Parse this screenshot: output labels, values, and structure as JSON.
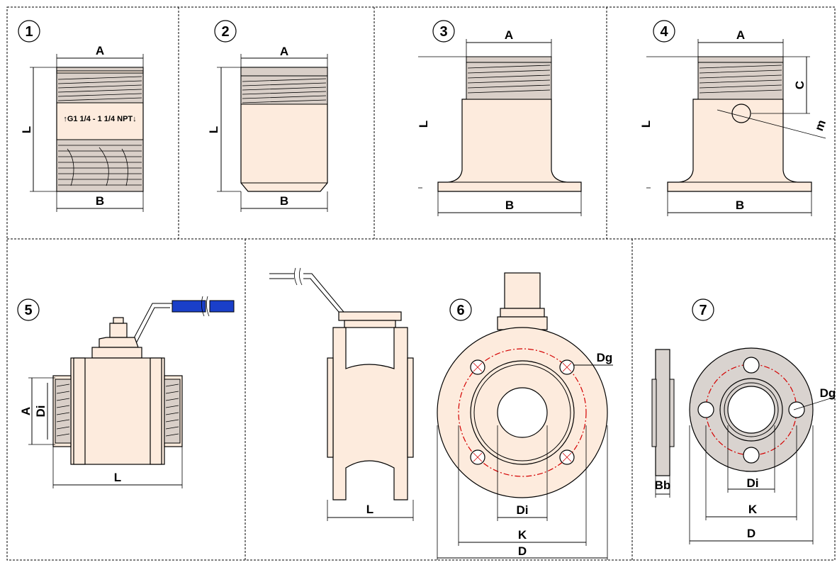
{
  "panels": [
    {
      "number": "1",
      "labels": {
        "top": "A",
        "left": "L",
        "bottom": "B"
      },
      "thread_marking": "↑G1 1/4 - 1 1/4 NPT↓"
    },
    {
      "number": "2",
      "labels": {
        "top": "A",
        "left": "L",
        "bottom": "B"
      }
    },
    {
      "number": "3",
      "labels": {
        "top": "A",
        "left": "L",
        "bottom": "B"
      }
    },
    {
      "number": "4",
      "labels": {
        "top": "A",
        "left": "L",
        "bottom": "B",
        "right": "C",
        "angled": "m"
      }
    },
    {
      "number": "5",
      "labels": {
        "a": "A",
        "di": "Di",
        "bottom": "L"
      }
    },
    {
      "number": "6",
      "labels": {
        "side_l": "L",
        "dg": "Dg",
        "di": "Di",
        "k": "K",
        "d": "D"
      }
    },
    {
      "number": "7",
      "labels": {
        "bb": "Bb",
        "dg": "Dg",
        "di": "Di",
        "k": "K",
        "d": "D"
      }
    }
  ],
  "colors": {
    "body": "#fdebdd",
    "thread": "#d9cfc8",
    "flange7": "#d9d3cf",
    "handle": "#1a3fc9",
    "pitch_circle": "#d40000"
  }
}
